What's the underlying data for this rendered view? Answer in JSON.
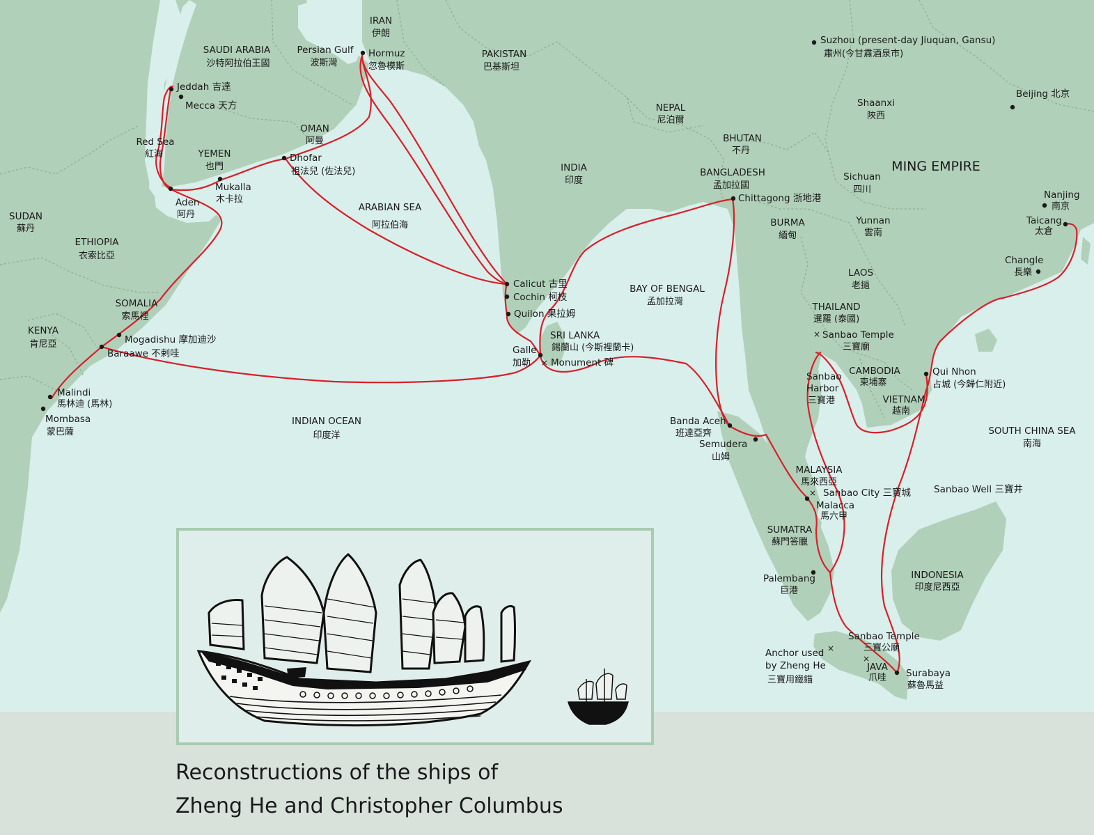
{
  "caption": {
    "line1": "Reconstructions of the ships of",
    "line2": "Zheng He and Christopher Columbus"
  },
  "colors": {
    "sea": "#d9efec",
    "land": "#b1d0b9",
    "border": "#8eac95",
    "route": "#d8202a",
    "panel_bg": "#dfeeea",
    "panel_border": "#a9ccb1",
    "bottom_band": "#d8e2da"
  },
  "map_icons": {
    "city": "dot-marker-icon",
    "site": "cross-marker-icon",
    "ship_zheng_he": "treasure-ship-icon",
    "ship_columbus": "caravel-icon"
  },
  "countries": [
    {
      "id": "saudi-arabia",
      "en": "SAUDI ARABIA",
      "zh": "沙特阿拉伯王國"
    },
    {
      "id": "iran",
      "en": "IRAN",
      "zh": "伊朗"
    },
    {
      "id": "pakistan",
      "en": "PAKISTAN",
      "zh": "巴基斯坦"
    },
    {
      "id": "nepal",
      "en": "NEPAL",
      "zh": "尼泊爾"
    },
    {
      "id": "bhutan",
      "en": "BHUTAN",
      "zh": "不丹"
    },
    {
      "id": "bangladesh",
      "en": "BANGLADESH",
      "zh": "孟加拉國"
    },
    {
      "id": "india",
      "en": "INDIA",
      "zh": "印度"
    },
    {
      "id": "oman",
      "en": "OMAN",
      "zh": "阿曼"
    },
    {
      "id": "yemen",
      "en": "YEMEN",
      "zh": "也門"
    },
    {
      "id": "sudan",
      "en": "SUDAN",
      "zh": "蘇丹"
    },
    {
      "id": "ethiopia",
      "en": "ETHIOPIA",
      "zh": "衣索比亞"
    },
    {
      "id": "somalia",
      "en": "SOMALIA",
      "zh": "索馬裡"
    },
    {
      "id": "kenya",
      "en": "KENYA",
      "zh": "肯尼亞"
    },
    {
      "id": "sri-lanka",
      "en": "SRI LANKA",
      "zh": "錫蘭山 (今斯裡蘭卡)"
    },
    {
      "id": "burma",
      "en": "BURMA",
      "zh": "緬甸"
    },
    {
      "id": "laos",
      "en": "LAOS",
      "zh": "老撾"
    },
    {
      "id": "thailand",
      "en": "THAILAND",
      "zh": "暹羅 (泰國)"
    },
    {
      "id": "cambodia",
      "en": "CAMBODIA",
      "zh": "柬埔寨"
    },
    {
      "id": "vietnam",
      "en": "VIETNAM",
      "zh": "越南"
    },
    {
      "id": "malaysia",
      "en": "MALAYSIA",
      "zh": "馬來西亞"
    },
    {
      "id": "sumatra",
      "en": "SUMATRA",
      "zh": "蘇門答臘"
    },
    {
      "id": "indonesia",
      "en": "INDONESIA",
      "zh": "印度尼西亞"
    },
    {
      "id": "java",
      "en": "JAVA",
      "zh": "爪哇"
    },
    {
      "id": "shaanxi",
      "en": "Shaanxi",
      "zh": "陝西"
    },
    {
      "id": "sichuan",
      "en": "Sichuan",
      "zh": "四川"
    },
    {
      "id": "yunnan",
      "en": "Yunnan",
      "zh": "雲南"
    }
  ],
  "empire": {
    "en": "MING EMPIRE"
  },
  "waters": [
    {
      "id": "red-sea",
      "en": "Red Sea",
      "zh": "紅海"
    },
    {
      "id": "persian-gulf",
      "en": "Persian Gulf",
      "zh": "波斯灣"
    },
    {
      "id": "arabian-sea",
      "en": "ARABIAN SEA",
      "zh": "阿拉伯海"
    },
    {
      "id": "bay-of-bengal",
      "en": "BAY OF BENGAL",
      "zh": "孟加拉灣"
    },
    {
      "id": "indian-ocean",
      "en": "INDIAN OCEAN",
      "zh": "印度洋"
    },
    {
      "id": "south-china-sea",
      "en": "SOUTH CHINA SEA",
      "zh": "南海"
    }
  ],
  "places": [
    {
      "id": "jeddah",
      "en": "Jeddah",
      "zh": "吉達"
    },
    {
      "id": "mecca",
      "en": "Mecca",
      "zh": "天方"
    },
    {
      "id": "hormuz",
      "en": "Hormuz",
      "zh": "忽魯模斯"
    },
    {
      "id": "dhofar",
      "en": "Dhofar",
      "zh": "祖法兒 (佐法兒)"
    },
    {
      "id": "mukalla",
      "en": "Mukalla",
      "zh": "木卡拉"
    },
    {
      "id": "aden",
      "en": "Aden",
      "zh": "阿丹"
    },
    {
      "id": "mogadishu",
      "en": "Mogadishu",
      "zh": "摩加迪沙"
    },
    {
      "id": "baraawe",
      "en": "Baraawe",
      "zh": "不剌哇"
    },
    {
      "id": "malindi",
      "en": "Malindi",
      "zh": "馬林迪 (馬林)"
    },
    {
      "id": "mombasa",
      "en": "Mombasa",
      "zh": "蒙巴薩"
    },
    {
      "id": "calicut",
      "en": "Calicut",
      "zh": "古里"
    },
    {
      "id": "cochin",
      "en": "Cochin",
      "zh": "柯枝"
    },
    {
      "id": "quilon",
      "en": "Quilon",
      "zh": "果拉姆"
    },
    {
      "id": "galle",
      "en": "Galle",
      "zh": "加勒"
    },
    {
      "id": "monument",
      "en": "Monument",
      "zh": "碑"
    },
    {
      "id": "chittagong",
      "en": "Chittagong",
      "zh": "浙地港"
    },
    {
      "id": "suzhou",
      "en": "Suzhou (present-day Jiuquan, Gansu)",
      "zh": "肅州(今甘肅酒泉市)"
    },
    {
      "id": "beijing",
      "en": "Beijing",
      "zh": "北京"
    },
    {
      "id": "nanjing",
      "en": "Nanjing",
      "zh": "南京"
    },
    {
      "id": "taicang",
      "en": "Taicang",
      "zh": "太倉"
    },
    {
      "id": "changle",
      "en": "Changle",
      "zh": "長樂"
    },
    {
      "id": "qui-nhon",
      "en": "Qui Nhon",
      "zh": "占城 (今歸仁附近)"
    },
    {
      "id": "sanbao-temple-thailand",
      "en": "Sanbao Temple",
      "zh": "三寶廟"
    },
    {
      "id": "sanbao-harbor",
      "en": "Sanbao Harbor",
      "en1": "Sanbao",
      "en2": "Harbor",
      "zh": "三寶港"
    },
    {
      "id": "banda-aceh",
      "en": "Banda Aceh",
      "zh": "班達亞齊"
    },
    {
      "id": "semudera",
      "en": "Semudera",
      "zh": "山姆"
    },
    {
      "id": "sanbao-city",
      "en": "Sanbao City",
      "zh": "三寶城"
    },
    {
      "id": "malacca",
      "en": "Malacca",
      "zh": "馬六甲"
    },
    {
      "id": "sanbao-well",
      "en": "Sanbao Well",
      "zh": "三寶井"
    },
    {
      "id": "palembang",
      "en": "Palembang",
      "zh": "巨港"
    },
    {
      "id": "sanbao-temple-java",
      "en": "Sanbao Temple",
      "zh": "三寶公廟"
    },
    {
      "id": "anchor",
      "en1": "Anchor used",
      "en2": "by Zheng He",
      "zh": "三寶用鐵錨"
    },
    {
      "id": "surabaya",
      "en": "Surabaya",
      "zh": "蘇魯馬益"
    }
  ]
}
